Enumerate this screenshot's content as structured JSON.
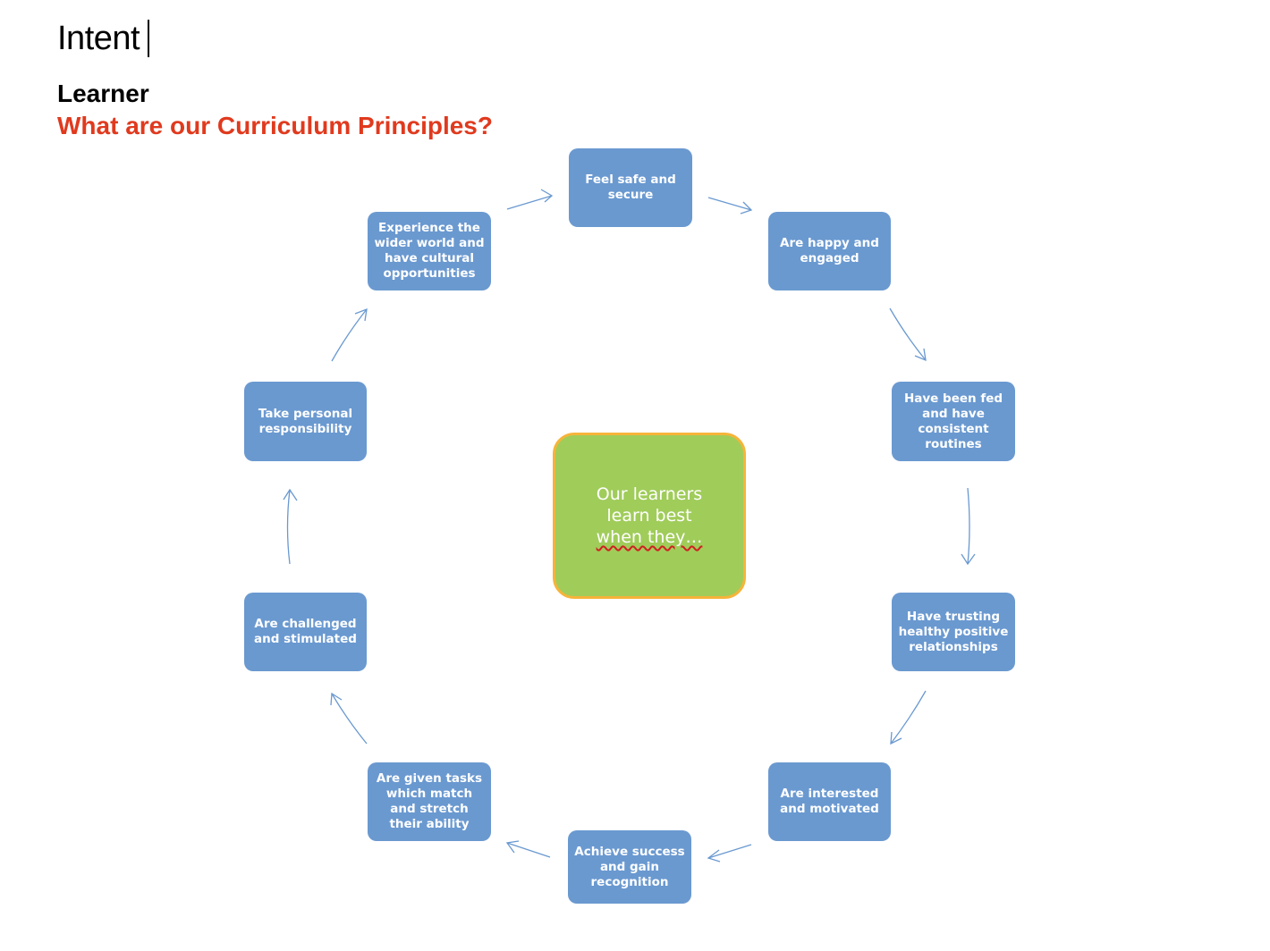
{
  "header": {
    "title": "Intent",
    "subtitle": "Learner",
    "question": "What are our Curriculum Principles?"
  },
  "diagram": {
    "center": {
      "label_start": "Our learners learn best ",
      "label_end": "when they…"
    },
    "nodes": [
      {
        "label": "Feel safe and secure"
      },
      {
        "label": "Are happy and engaged"
      },
      {
        "label": "Have been fed and have consistent routines"
      },
      {
        "label": "Have trusting healthy positive relationships"
      },
      {
        "label": "Are interested and motivated"
      },
      {
        "label": "Achieve success and gain recognition"
      },
      {
        "label": "Are given tasks which match and stretch their ability"
      },
      {
        "label": "Are challenged and stimulated"
      },
      {
        "label": "Take personal responsibility"
      },
      {
        "label": "Experience the wider world and have cultural opportunities"
      }
    ]
  },
  "colors": {
    "node_fill": "#6a99d0",
    "center_fill": "#a0cc5a",
    "center_border": "#f6b43a",
    "question_text": "#e03a1e",
    "arrow": "#6a99d0"
  }
}
